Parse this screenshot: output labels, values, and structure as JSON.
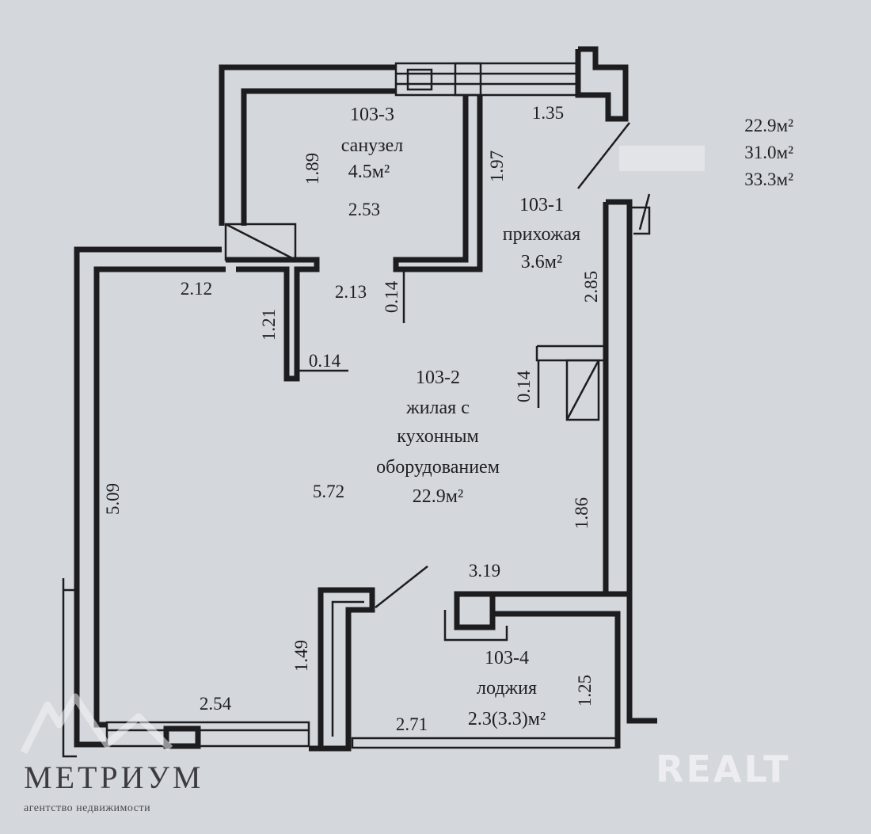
{
  "rooms": {
    "bathroom": {
      "number": "103-3",
      "name": "санузел",
      "area": "4.5м²"
    },
    "hall": {
      "number": "103-1",
      "name": "прихожая",
      "area": "3.6м²"
    },
    "living": {
      "number": "103-2",
      "name_line1": "жилая с",
      "name_line2": "кухонным",
      "name_line3": "оборудованием",
      "area": "22.9м²"
    },
    "loggia": {
      "number": "103-4",
      "name": "лоджия",
      "area": "2.3(3.3)м²"
    }
  },
  "dimensions": {
    "d1": "1.35",
    "d2": "1.89",
    "d3": "2.53",
    "d4": "1.97",
    "d5": "2.12",
    "d6": "2.13",
    "d7": "0.14",
    "d8": "1.21",
    "d9": "0.14",
    "d10": "2.85",
    "d11": "0.14",
    "d12": "5.09",
    "d13": "5.72",
    "d14": "1.86",
    "d15": "3.19",
    "d16": "1.49",
    "d17": "1.25",
    "d18": "2.54",
    "d19": "2.71"
  },
  "totals": [
    "22.9м²",
    "31.0м²",
    "33.3м²"
  ],
  "brand": {
    "name": "МЕТРИУМ",
    "subtitle": "агентство недвижимости",
    "watermark": "REALT",
    "logo_icon": "mountain-logo-icon"
  },
  "colors": {
    "background": "#d4d7dc",
    "ink": "#1d1d20"
  }
}
